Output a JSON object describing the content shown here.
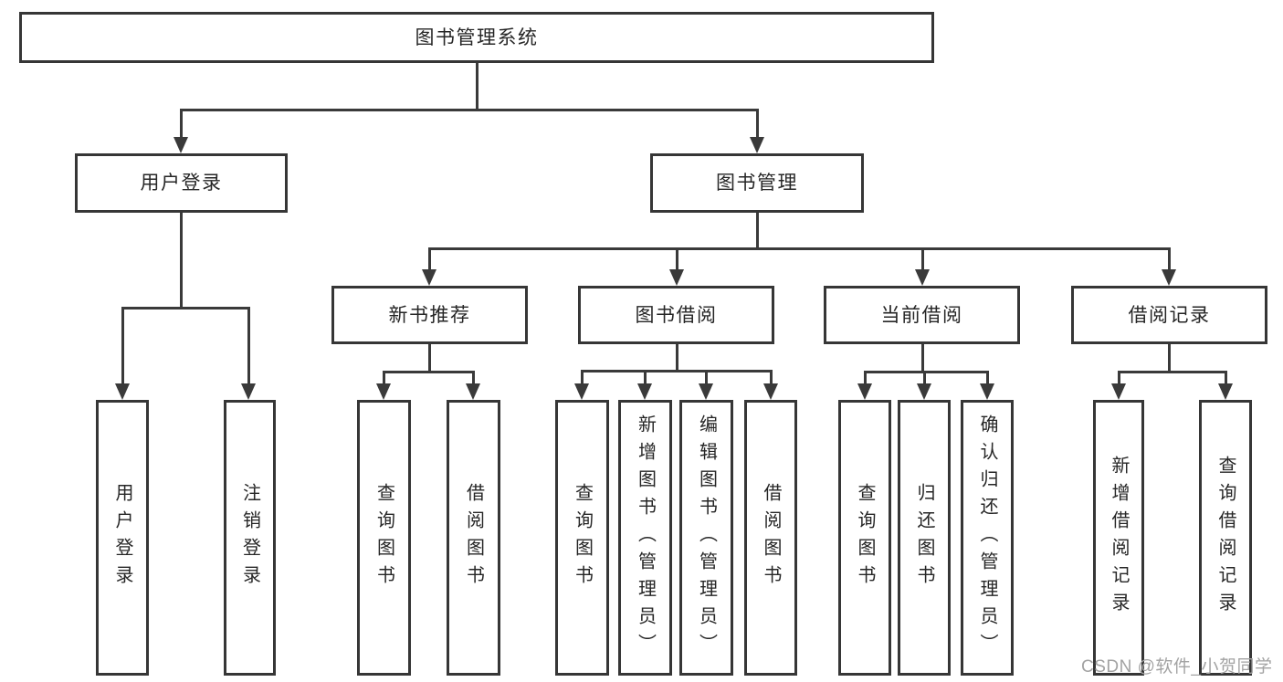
{
  "tree": {
    "label": "图书管理系统",
    "children": [
      {
        "label": "用户登录",
        "children": [
          {
            "label": "用户登录"
          },
          {
            "label": "注销登录"
          }
        ]
      },
      {
        "label": "图书管理",
        "children": [
          {
            "label": "新书推荐",
            "children": [
              {
                "label": "查询图书"
              },
              {
                "label": "借阅图书"
              }
            ]
          },
          {
            "label": "图书借阅",
            "children": [
              {
                "label": "查询图书"
              },
              {
                "label": "新增图书（管理员）"
              },
              {
                "label": "编辑图书（管理员）"
              },
              {
                "label": "借阅图书"
              }
            ]
          },
          {
            "label": "当前借阅",
            "children": [
              {
                "label": "查询图书"
              },
              {
                "label": "归还图书"
              },
              {
                "label": "确认归还（管理员）"
              }
            ]
          },
          {
            "label": "借阅记录",
            "children": [
              {
                "label": "新增借阅记录"
              },
              {
                "label": "查询借阅记录"
              }
            ]
          }
        ]
      }
    ]
  },
  "watermark": "CSDN @软件_小贺同学",
  "colors": {
    "line": "#3a3a3a",
    "box_border": "#363636",
    "box_fill": "#ffffff",
    "text": "#262626",
    "watermark": "#a3a3a3"
  }
}
